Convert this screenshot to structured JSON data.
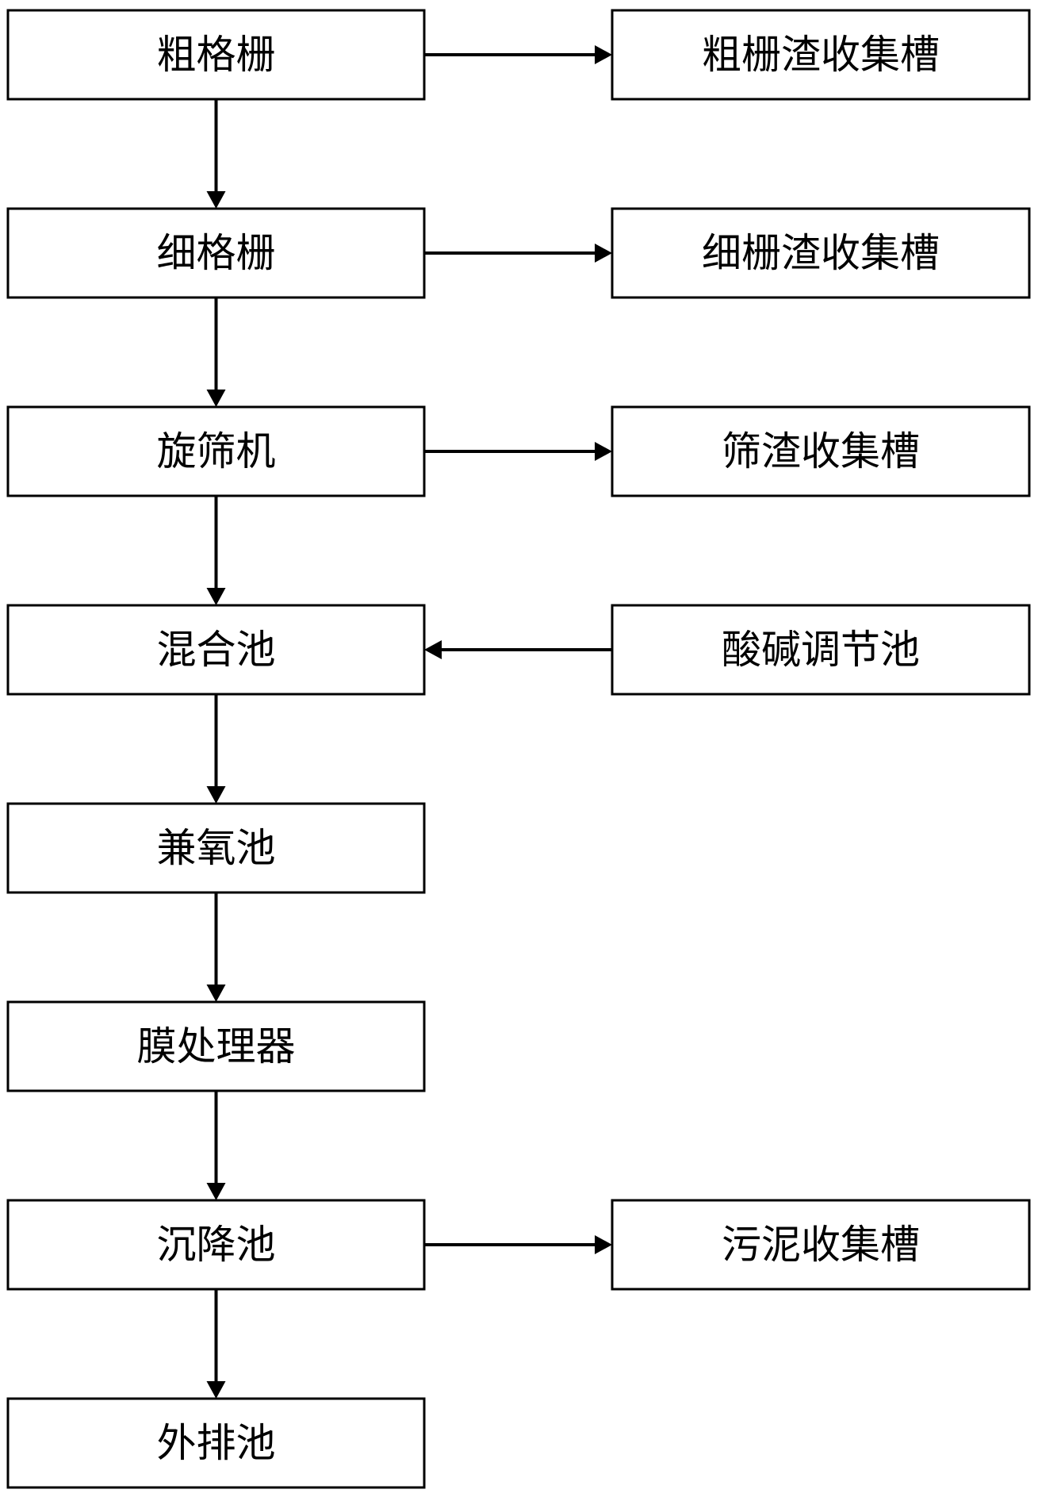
{
  "diagram": {
    "main_steps": [
      {
        "id": "coarse-screen",
        "label": "粗格栅"
      },
      {
        "id": "fine-screen",
        "label": "细格栅"
      },
      {
        "id": "rotary-sieve",
        "label": "旋筛机"
      },
      {
        "id": "mixing-tank",
        "label": "混合池"
      },
      {
        "id": "anoxic-tank",
        "label": "兼氧池"
      },
      {
        "id": "membrane-processor",
        "label": "膜处理器"
      },
      {
        "id": "sedimentation-tank",
        "label": "沉降池"
      },
      {
        "id": "discharge-tank",
        "label": "外排池"
      }
    ],
    "side_units": [
      {
        "id": "coarse-residue-trough",
        "label": "粗栅渣收集槽",
        "connects": "coarse-screen",
        "direction": "out"
      },
      {
        "id": "fine-residue-trough",
        "label": "细栅渣收集槽",
        "connects": "fine-screen",
        "direction": "out"
      },
      {
        "id": "sieve-residue-trough",
        "label": "筛渣收集槽",
        "connects": "rotary-sieve",
        "direction": "out"
      },
      {
        "id": "acid-base-tank",
        "label": "酸碱调节池",
        "connects": "mixing-tank",
        "direction": "in"
      },
      {
        "id": "sludge-trough",
        "label": "污泥收集槽",
        "connects": "sedimentation-tank",
        "direction": "out"
      }
    ]
  }
}
